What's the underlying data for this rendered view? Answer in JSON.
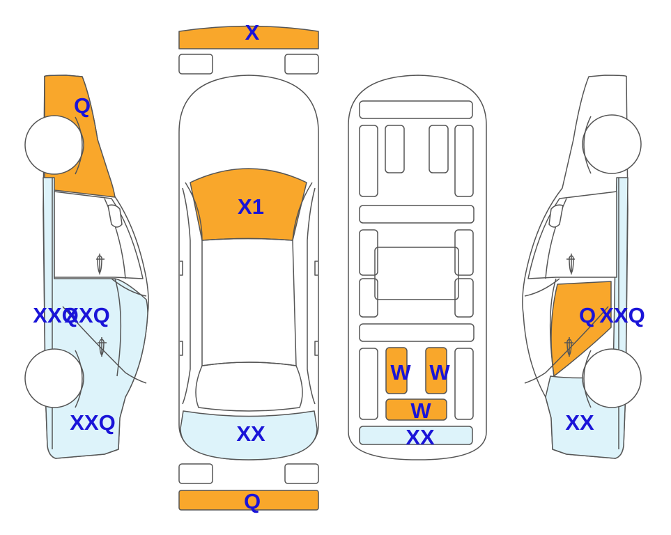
{
  "colors": {
    "damage_orange": "#F9A72B",
    "light_blue": "#DDF3FA",
    "outline": "#555555",
    "label_blue": "#1A14D8",
    "background": "#FFFFFF"
  },
  "views": {
    "left_side": {
      "labels": {
        "fender": "Q",
        "door_a": "XXQ",
        "door_b": "XXQ",
        "rear": "XXQ"
      },
      "fill": {
        "fender": "damage_orange",
        "doors": "light_blue",
        "rear": "light_blue"
      }
    },
    "top": {
      "labels": {
        "front_bumper": "X",
        "hood": "X1",
        "rear_panel": "XX",
        "rear_bumper": "Q"
      },
      "fill": {
        "front_bumper": "damage_orange",
        "hood": "damage_orange",
        "rear_panel": "light_blue",
        "rear_bumper": "damage_orange"
      }
    },
    "underbody": {
      "labels": {
        "panel_left": "W",
        "panel_right": "W",
        "panel_lower": "W",
        "bottom": "XX"
      },
      "fill": {
        "panel_left": "damage_orange",
        "panel_right": "damage_orange",
        "panel_lower": "damage_orange",
        "bottom": "light_blue"
      }
    },
    "right_side": {
      "labels": {
        "door_a": "Q",
        "door_b": "XXQ",
        "rear": "XX"
      },
      "fill": {
        "door": "damage_orange",
        "rear": "light_blue"
      }
    }
  }
}
